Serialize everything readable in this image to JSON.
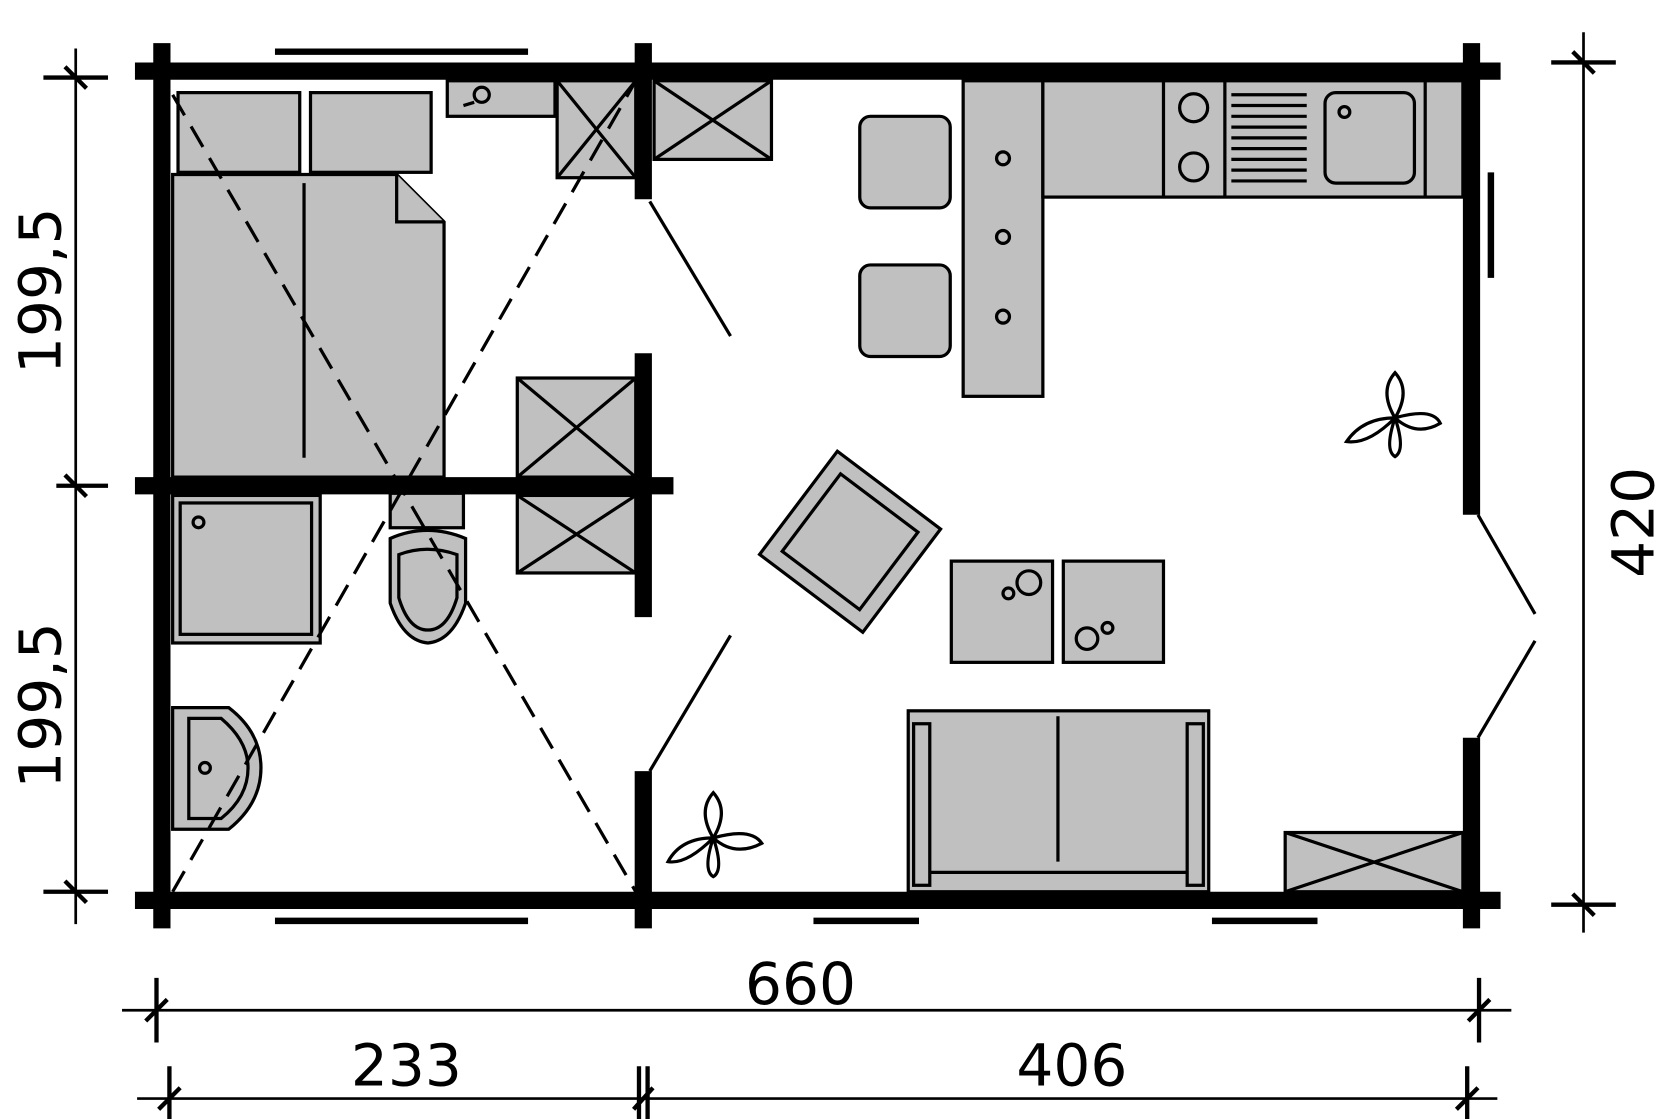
{
  "dimensions": {
    "upper_height": "199,5",
    "lower_height": "199,5",
    "total_height": "420",
    "total_width": "660",
    "left_width": "233",
    "right_width": "406"
  },
  "colors": {
    "furniture": "#c0c0c0",
    "walls": "#000000"
  }
}
